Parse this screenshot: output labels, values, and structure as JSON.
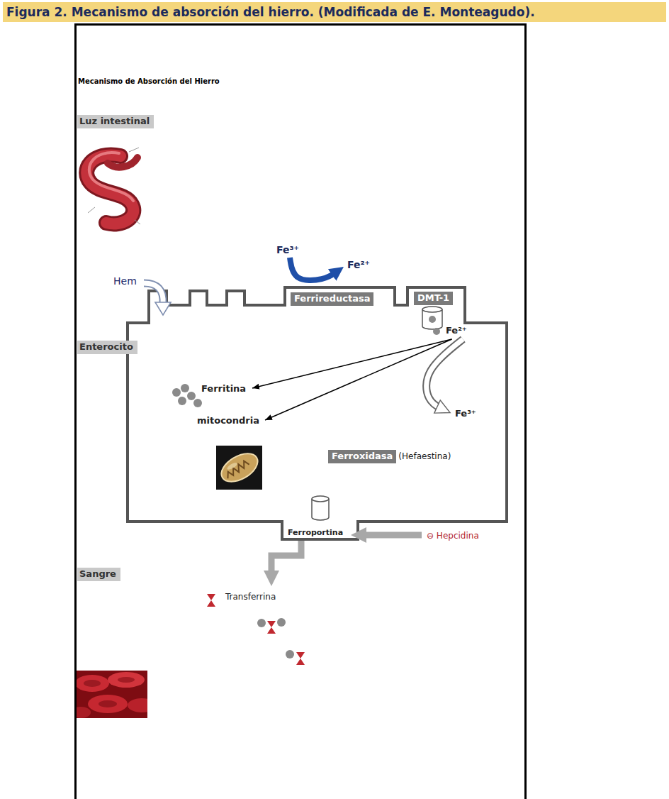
{
  "diagram": {
    "title": "Figura 2. Mecanismo de absorción del hierro. (Modificada de E. Monteagudo).",
    "nodes": [
      {
        "text": [
          "Mecanismo de Absorción del Hierro"
        ]
      },
      {
        "text": [
          "Luz intestinal"
        ],
        "in": 0
      },
      {
        "text": [
          "Fe³⁺"
        ],
        "in": 0
      },
      {
        "text": [
          "Fe²⁺"
        ],
        "in": 0
      },
      {
        "text": [
          "Hem"
        ],
        "in": 0
      },
      {
        "text": [
          "Ferrireductasa"
        ],
        "in": 0
      },
      {
        "text": [
          "DMT-1"
        ],
        "in": 0
      },
      {
        "text": [
          "Enterocito"
        ],
        "in": 0
      },
      {
        "text": [
          "Fe²⁺"
        ],
        "in": 0
      },
      {
        "text": [
          "Ferritina"
        ],
        "in": 0
      },
      {
        "text": [
          "mitocondria"
        ],
        "in": 0
      },
      {
        "text": [
          "Fe³⁺"
        ],
        "in": 0
      },
      {
        "text": [
          "Ferroxidasa",
          "(Hefaestina)"
        ],
        "in": 0
      },
      {
        "text": [
          "Ferroportina"
        ],
        "in": 0
      },
      {
        "text": [
          "⊖ Hepcidina"
        ],
        "in": 0
      },
      {
        "text": [
          "Sangre"
        ],
        "in": 0
      },
      {
        "text": [
          "Transferrina"
        ],
        "in": 0
      }
    ],
    "edges": [
      {
        "from": 2,
        "to": 3,
        "arrow": "to"
      },
      {
        "from": 8,
        "to": 9,
        "arrow": "to"
      },
      {
        "from": 8,
        "to": 10,
        "arrow": "to"
      },
      {
        "from": 8,
        "to": 11,
        "arrow": "to"
      },
      {
        "from": 14,
        "to": 13,
        "arrow": "to"
      },
      {
        "from": 13,
        "to": 16,
        "arrow": "to"
      }
    ]
  }
}
